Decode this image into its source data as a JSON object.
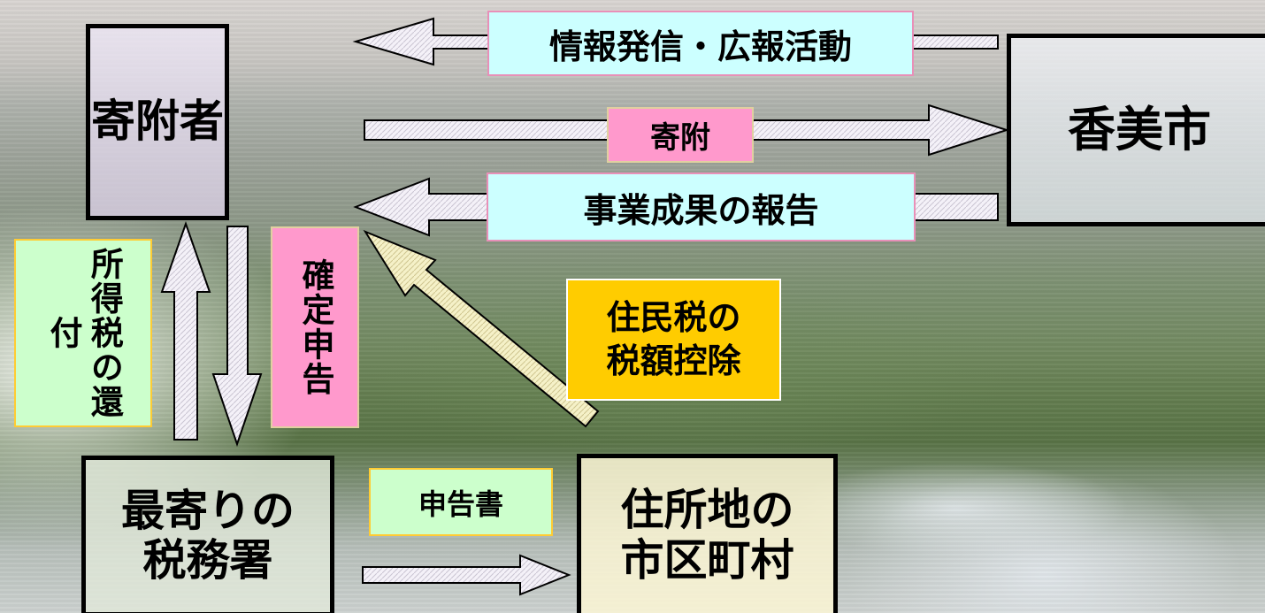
{
  "nodes": {
    "donor": "寄附者",
    "city": "香美市",
    "tax_office": [
      "最寄りの",
      "税務署"
    ],
    "municipality": [
      "住所地の",
      "市区町村"
    ]
  },
  "labels": {
    "info_pr": "情報発信・広報活動",
    "donation": "寄附",
    "results_report": "事業成果の報告",
    "resident_tax": [
      "住民税の",
      "税額控除"
    ],
    "tax_return": "確定申告",
    "income_tax_refund": "所得税の還付",
    "return_form": "申告書"
  },
  "colors": {
    "label_cyan": "#ccffff",
    "label_pink": "#ff99cc",
    "label_green": "#ccffcc",
    "label_orange": "#ffcc00",
    "box_border": "#000000"
  }
}
